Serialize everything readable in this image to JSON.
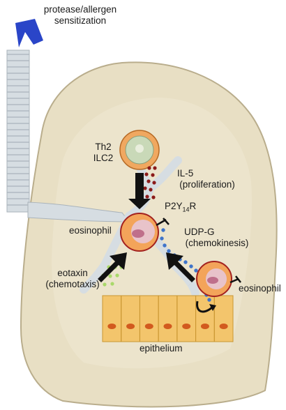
{
  "labels": {
    "sensitization_line1": "protease/allergen",
    "sensitization_line2": "sensitization",
    "th2": "Th2",
    "ilc2": "ILC2",
    "il5": "IL-5",
    "proliferation": "(proliferation)",
    "receptor_main": "P2Y",
    "receptor_sub": "14",
    "receptor_end": "R",
    "eosinophil_center": "eosinophil",
    "udpg": "UDP-G",
    "chemokinesis": "(chemokinesis)",
    "eotaxin": "eotaxin",
    "chemotaxis": "(chemotaxis)",
    "eosinophil_right": "eosinophil",
    "epithelium": "epithelium"
  },
  "colors": {
    "lung_fill": "#e8dfc4",
    "lung_stroke": "#b9ad8c",
    "airway": "#d6dde2",
    "sensitization_arrow": "#2a45c8",
    "il5_dots": "#8b1a1a",
    "udpg_dots": "#3f74c9",
    "eotaxin_dots": "#a9d86a",
    "epithelium_fill": "#f3c56c",
    "epithelium_nucleus": "#d25a1e",
    "arrow": "#111111",
    "cell_fill": "#f3a45a",
    "cell_inner": "#e7c7d6",
    "th2_fill": "#f0a860",
    "th2_nucleus": "#c9d9b8"
  }
}
